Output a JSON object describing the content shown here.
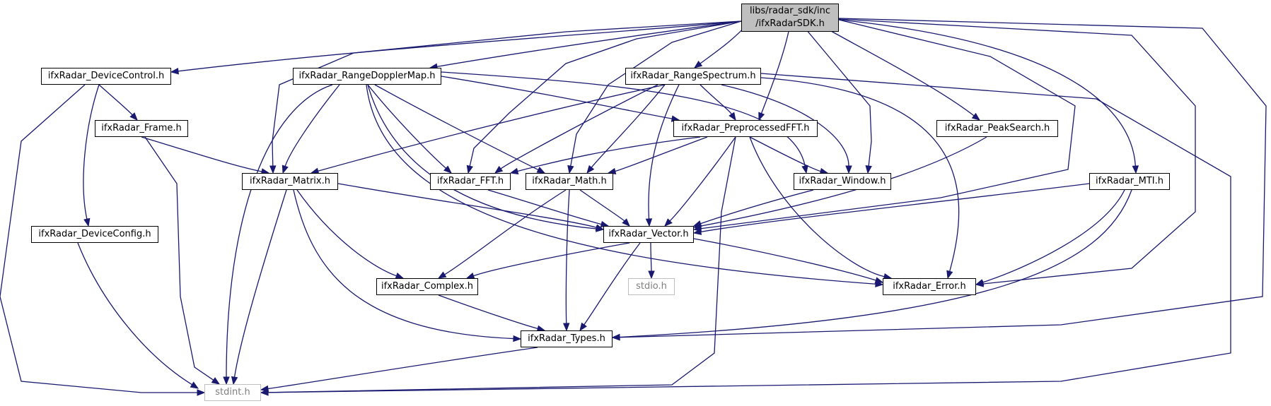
{
  "graph": {
    "root": {
      "line1": "libs/radar_sdk/inc",
      "line2": "/ifxRadarSDK.h"
    },
    "nodes": {
      "device_control": "ifxRadar_DeviceControl.h",
      "range_doppler_map": "ifxRadar_RangeDopplerMap.h",
      "range_spectrum": "ifxRadar_RangeSpectrum.h",
      "frame": "ifxRadar_Frame.h",
      "preprocessed_fft": "ifxRadar_PreprocessedFFT.h",
      "peak_search": "ifxRadar_PeakSearch.h",
      "matrix": "ifxRadar_Matrix.h",
      "fft": "ifxRadar_FFT.h",
      "math": "ifxRadar_Math.h",
      "window": "ifxRadar_Window.h",
      "mti": "ifxRadar_MTI.h",
      "device_config": "ifxRadar_DeviceConfig.h",
      "vector": "ifxRadar_Vector.h",
      "complex": "ifxRadar_Complex.h",
      "stdio": "stdio.h",
      "error": "ifxRadar_Error.h",
      "types": "ifxRadar_Types.h",
      "stdint": "stdint.h"
    },
    "colors": {
      "edge": "#191970",
      "root_fill": "#bfbfbf",
      "node_border": "#000000",
      "external_border": "#bfbfbf",
      "external_text": "#7f7f7f"
    }
  }
}
